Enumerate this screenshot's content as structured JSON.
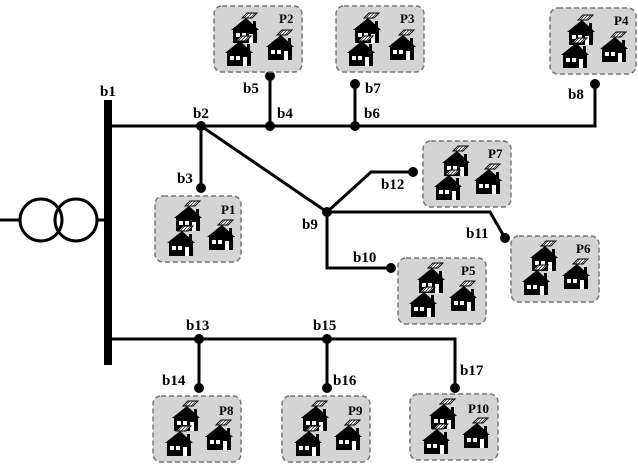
{
  "diagram": {
    "bus_main": "b1",
    "buses": [
      "b2",
      "b3",
      "b4",
      "b5",
      "b6",
      "b7",
      "b8",
      "b9",
      "b10",
      "b11",
      "b12",
      "b13",
      "b14",
      "b15",
      "b16",
      "b17"
    ],
    "prosumers": [
      "P1",
      "P2",
      "P3",
      "P4",
      "P5",
      "P6",
      "P7",
      "P8",
      "P9",
      "P10"
    ],
    "icons": {
      "transformer": "transformer-icon",
      "house": "solar-house-icon"
    },
    "colors": {
      "line": "#000000",
      "prosumer_fill": "#d4d4d4",
      "prosumer_border": "#777777"
    }
  }
}
